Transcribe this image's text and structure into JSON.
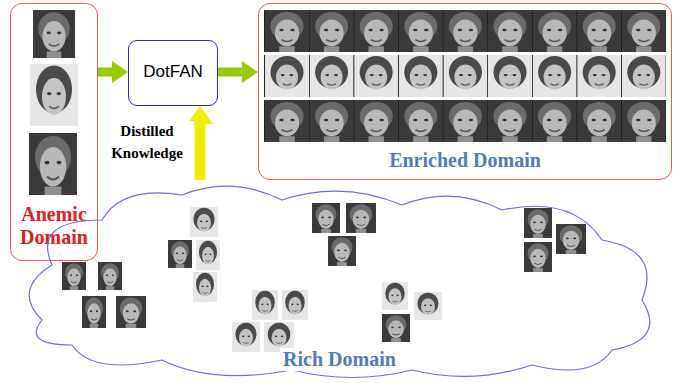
{
  "diagram": {
    "nodes": [
      {
        "text": [
          "Anemic Domain"
        ]
      },
      {
        "text": [
          "DotFAN"
        ]
      },
      {
        "text": [
          "Enriched Domain"
        ]
      },
      {
        "text": [
          "Rich Domain"
        ]
      }
    ],
    "edges": [
      {
        "from": 0,
        "to": 1,
        "arrow": "to"
      },
      {
        "from": 1,
        "to": 2,
        "arrow": "to"
      },
      {
        "from": 3,
        "to": 1,
        "arrow": "to",
        "label": "Distilled Knowledge"
      }
    ]
  }
}
